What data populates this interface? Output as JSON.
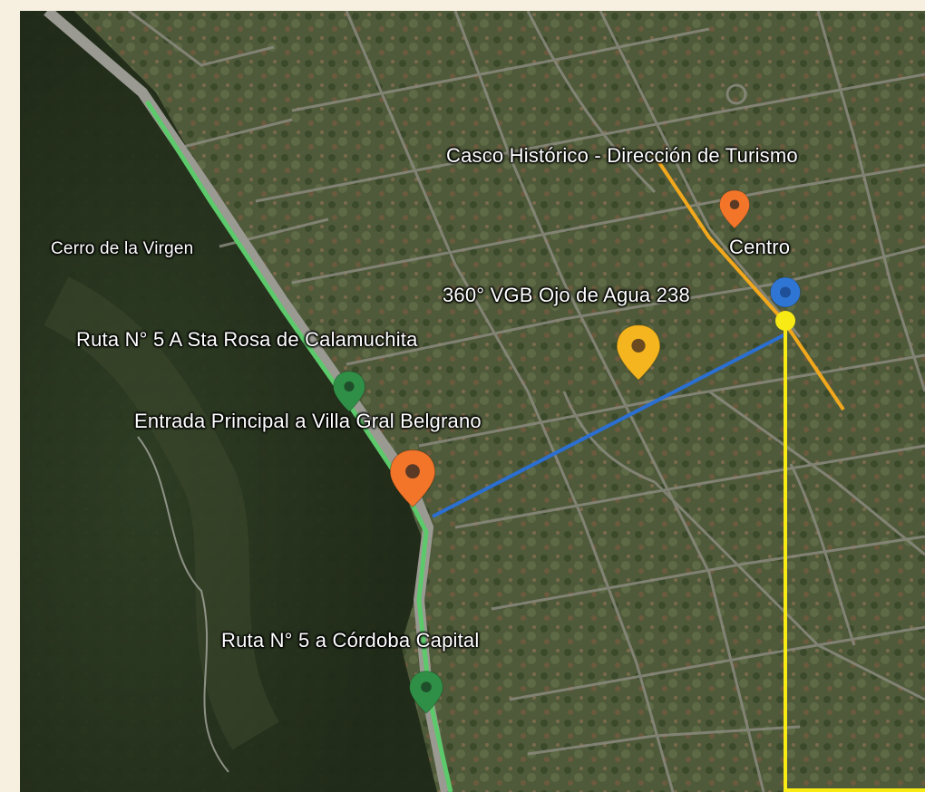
{
  "labels": {
    "casco": "Casco Histórico - Dirección de Turismo",
    "centro": "Centro",
    "cerro": "Cerro de la Virgen",
    "ojo_agua": "360° VGB Ojo de Agua 238",
    "ruta_calamuchita": "Ruta N° 5 A Sta Rosa de Calamuchita",
    "entrada": "Entrada Principal a Villa Gral Belgrano",
    "ruta_cordoba": "Ruta N° 5 a Córdoba Capital"
  },
  "colors": {
    "route_green": "#5cc96a",
    "route_blue": "#2a6fd1",
    "route_orange": "#f2a81d",
    "route_yellow": "#f7ea15",
    "pin_orange": "#f3752a",
    "pin_yellow": "#f5b51f",
    "pin_green": "#2f8f46",
    "pin_blue": "#2f76d4"
  }
}
